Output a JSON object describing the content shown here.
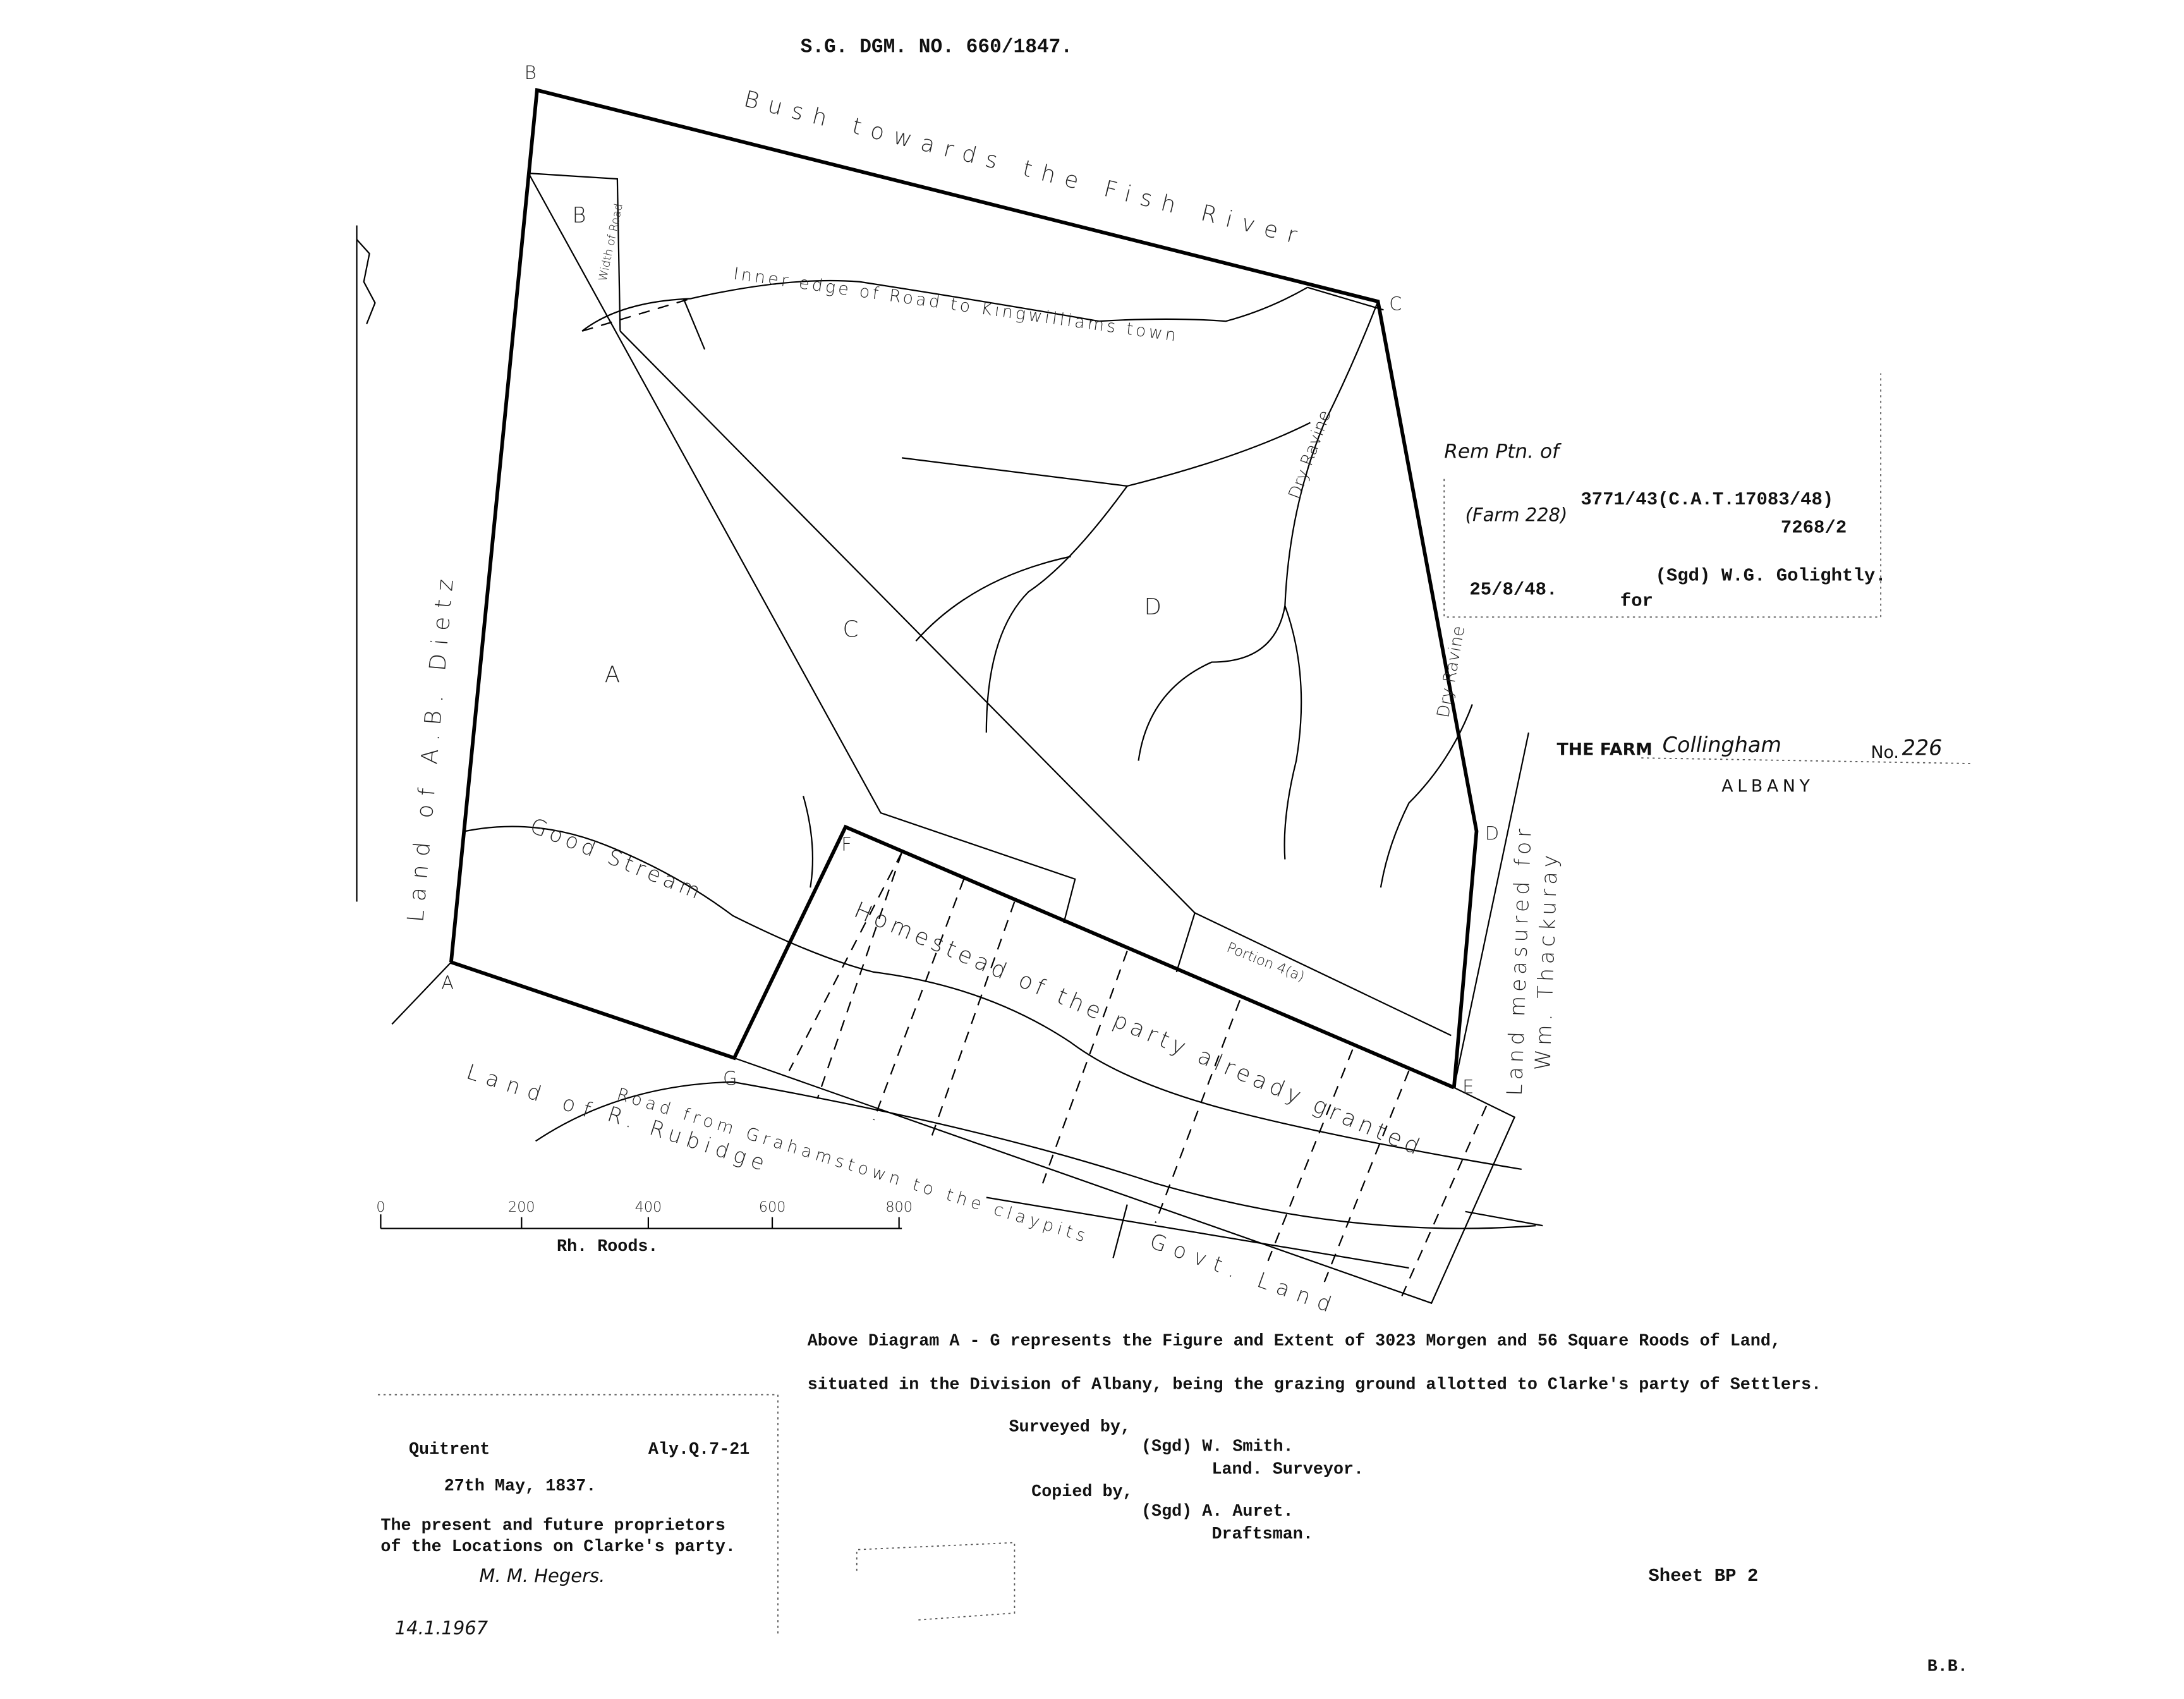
{
  "header": {
    "diagram_number": "S.G. DGM. NO. 660/1847."
  },
  "beacons": {
    "A": "A",
    "B": "B",
    "C": "C",
    "D": "D",
    "E": "E",
    "F": "F",
    "G": "G",
    "B_inner": "B"
  },
  "areas": {
    "A": "A",
    "C": "C",
    "D": "D"
  },
  "features": {
    "north_edge": "Bush towards the Fish River",
    "road": "Inner edge of Road to Kingwilliams town",
    "road_width": "Width of Road",
    "ravine_1": "Dry Ravine",
    "ravine_2": "Dry Ravine",
    "stream": "Good Stream",
    "homestead": "Homestead of the party already granted",
    "portion": "Portion 4(a)",
    "west_land": "Land of A.B. Dietz",
    "east_land_1": "Land measured for",
    "east_land_2": "Wm. Thackuray",
    "south_land_1": "Land of",
    "south_land_2": "R. Rubidge",
    "south_road": "Road from Grahamstown to the claypits",
    "govt_land": "Govt. Land"
  },
  "endorsement": {
    "line1": "Rem Ptn. of",
    "farm": "(Farm 228)",
    "ref": "3771/43(C.A.T.17083/48)",
    "ref2": "7268/2",
    "date": "25/8/48.",
    "signed": "(Sgd) W.G. Golightly.",
    "for": "for"
  },
  "farm_stamp": {
    "prefix": "THE FARM",
    "name": "Collingham",
    "no_label": "No.",
    "number": "226",
    "division": "ALBANY"
  },
  "scale_bar": {
    "ticks": [
      "0",
      "200",
      "400",
      "600",
      "800"
    ],
    "unit": "Rh. Roods."
  },
  "description": {
    "line1": "Above Diagram A - G represents the Figure and Extent of 3023 Morgen and 56 Square Roods of Land,",
    "line2": "situated in the Division of Albany, being the grazing ground allotted to Clarke's party of Settlers."
  },
  "survey": {
    "surveyed_by": "Surveyed by,",
    "surveyor": "(Sgd) W. Smith.",
    "surveyor_title": "Land. Surveyor.",
    "copied_by": "Copied by,",
    "draftsman": "(Sgd) A. Auret.",
    "draftsman_title": "Draftsman."
  },
  "grant": {
    "quitrent": "Quitrent",
    "ref": "Aly.Q.7-21",
    "date": "27th May, 1837.",
    "holders1": "The present and future proprietors",
    "holders2": "of the Locations on Clarke's party.",
    "signature": "M. M. Hegers.",
    "date_stamp": "14.1.1967"
  },
  "sheet": "Sheet BP 2",
  "initials": "B.B."
}
